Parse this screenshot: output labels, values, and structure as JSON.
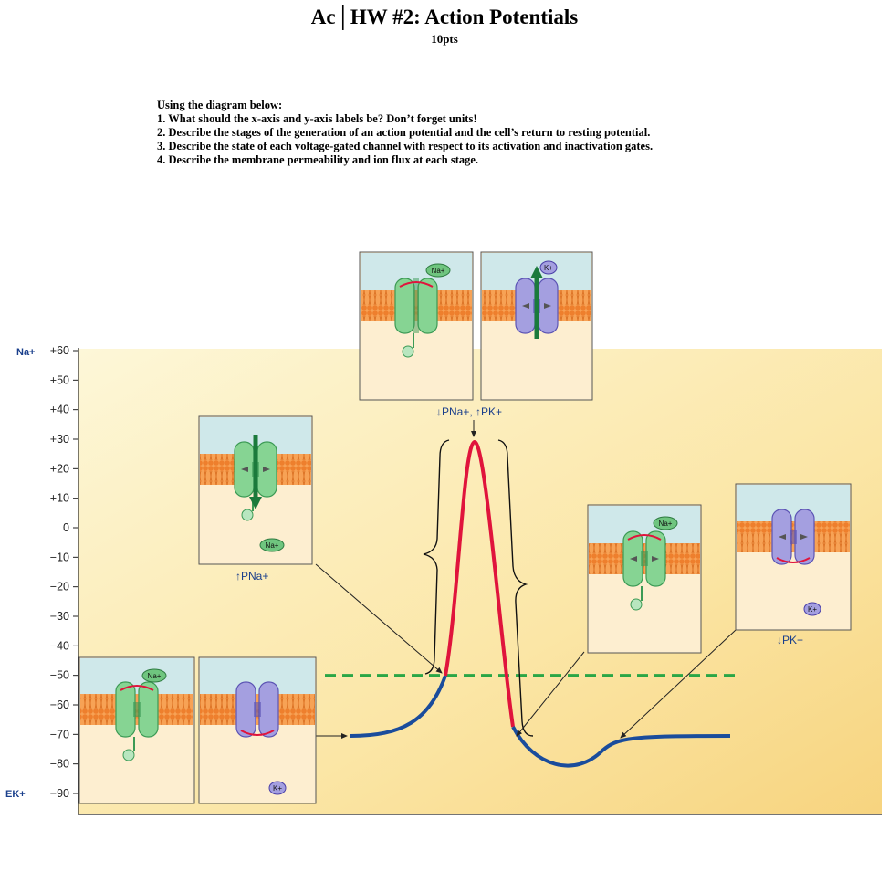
{
  "header": {
    "title": "Ac│HW #2: Action Potentials",
    "points": "10pts"
  },
  "instructions": {
    "intro": "Using the diagram below:",
    "items": [
      "1. What should the x-axis and y-axis labels be? Don’t forget units!",
      "2. Describe the stages of the generation of an action potential and the cell’s return to resting potential.",
      "3. Describe the state of each voltage-gated channel with respect to its activation and inactivation gates.",
      "4. Describe the membrane permeability and ion flux at each stage."
    ]
  },
  "chart_data": {
    "type": "line",
    "title": "",
    "xlabel": "",
    "ylabel": "",
    "ylim": [
      -90,
      60
    ],
    "y_ticks": [
      "+60",
      "+50",
      "+40",
      "+30",
      "+20",
      "+10",
      "0",
      "−10",
      "−20",
      "−30",
      "−40",
      "−50",
      "−60",
      "−70",
      "−80",
      "−90"
    ],
    "y_tick_values": [
      60,
      50,
      40,
      30,
      20,
      10,
      0,
      -10,
      -20,
      -30,
      -40,
      -50,
      -60,
      -70,
      -80,
      -90
    ],
    "equilibrium_labels": {
      "na": "Na+",
      "k": "EK+"
    },
    "threshold": -50,
    "resting": -70,
    "peak": 30,
    "annotations": {
      "rising_phase": "↑PNa+",
      "peak": "↓PNa+, ↑PK+",
      "after_hyperpolarization": "↓PK+"
    },
    "ion_labels": {
      "na": "Na+",
      "k": "K+"
    }
  },
  "colors": {
    "depolarization": "#e0143c",
    "repolarization": "#1a4c9c",
    "threshold_line": "#2aa646",
    "na_channel": "#7dce8a",
    "k_channel": "#9d97dc",
    "membrane": "#ee8a3a",
    "background_start": "#fdf7d8",
    "background_end": "#f9d98a"
  }
}
